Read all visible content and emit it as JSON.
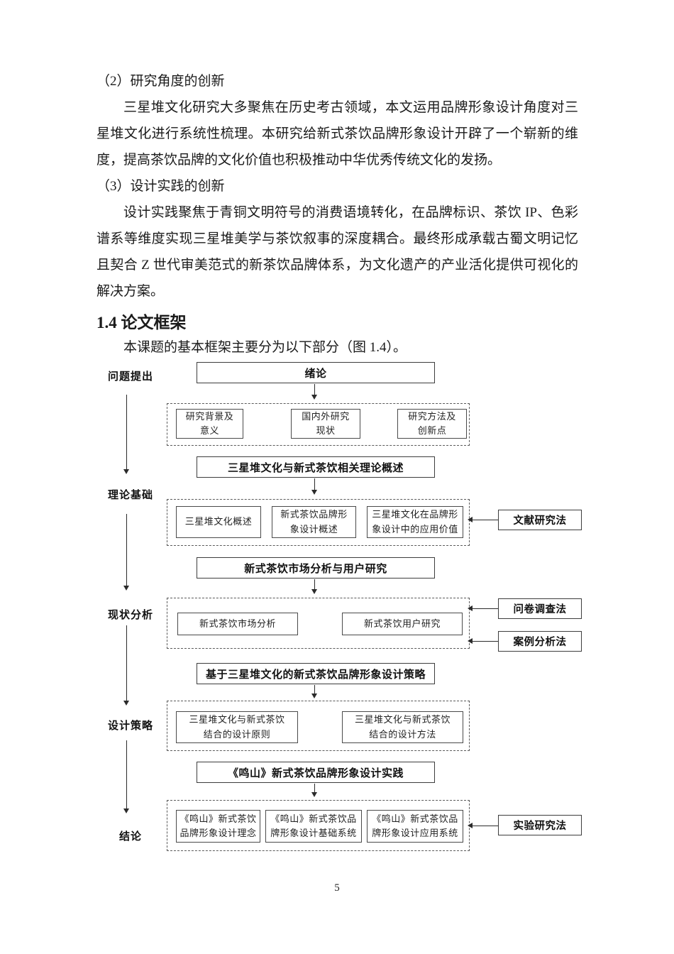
{
  "content": {
    "para2_title": "（2）研究角度的创新",
    "para2_body": "三星堆文化研究大多聚焦在历史考古领域，本文运用品牌形象设计角度对三星堆文化进行系统性梳理。本研究给新式茶饮品牌形象设计开辟了一个崭新的维度，提高茶饮品牌的文化价值也积极推动中华优秀传统文化的发扬。",
    "para3_title": "（3）设计实践的创新",
    "para3_body": "设计实践聚焦于青铜文明符号的消费语境转化，在品牌标识、茶饮 IP、色彩谱系等维度实现三星堆美学与茶饮叙事的深度耦合。最终形成承载古蜀文明记忆且契合 Z 世代审美范式的新茶饮品牌体系，为文化遗产的产业活化提供可视化的解决方案。",
    "section_heading": "1.4 论文框架",
    "section_intro": "本课题的基本框架主要分为以下部分（图 1.4）。"
  },
  "flowchart": {
    "stages": [
      "问题提出",
      "理论基础",
      "现状分析",
      "设计策略",
      "结论"
    ],
    "bands": [
      {
        "header": "绪论",
        "subs": [
          "研究背景及\n意义",
          "国内外研究\n现状",
          "研究方法及\n创新点"
        ]
      },
      {
        "header": "三星堆文化与新式茶饮相关理论概述",
        "subs": [
          "三星堆文化概述",
          "新式茶饮品牌形\n象设计概述",
          "三星堆文化在品牌形\n象设计中的应用价值"
        ],
        "methods": [
          "文献研究法"
        ]
      },
      {
        "header": "新式茶饮市场分析与用户研究",
        "subs": [
          "新式茶饮市场分析",
          "新式茶饮用户研究"
        ],
        "methods": [
          "问卷调查法",
          "案例分析法"
        ]
      },
      {
        "header": "基于三星堆文化的新式茶饮品牌形象设计策略",
        "subs": [
          "三星堆文化与新式茶饮\n结合的设计原则",
          "三星堆文化与新式茶饮\n结合的设计方法"
        ]
      },
      {
        "header": "《鸣山》新式茶饮品牌形象设计实践",
        "subs": [
          "《鸣山》新式茶饮\n品牌形象设计理念",
          "《鸣山》新式茶饮品\n牌形象设计基础系统",
          "《鸣山》新式茶饮品\n牌形象设计应用系统"
        ],
        "methods": [
          "实验研究法"
        ]
      }
    ]
  },
  "page": {
    "number": "5"
  }
}
